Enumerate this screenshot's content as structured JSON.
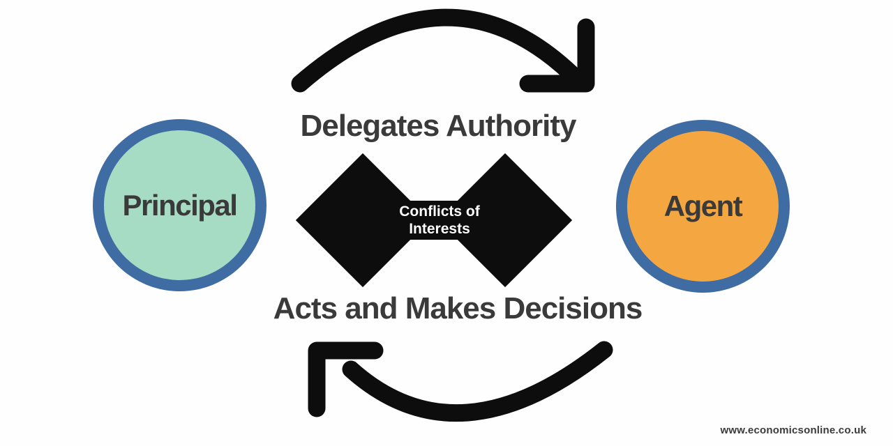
{
  "diagram": {
    "top_label": "Delegates Authority",
    "bottom_label": "Acts and Makes Decisions",
    "principal_label": "Principal",
    "agent_label": "Agent",
    "conflict": {
      "line1": "Conflicts of",
      "line2": "Interests"
    },
    "watermark": "www.economicsonline.co.uk",
    "colors": {
      "principal_fill": "#a6dcc3",
      "agent_fill": "#f4a640",
      "circle_border": "#3e6ca3",
      "arrow_black": "#0d0d0d",
      "text_dark": "#3a3a3a",
      "conflict_text": "#ffffff",
      "background": "#fefefe"
    }
  }
}
